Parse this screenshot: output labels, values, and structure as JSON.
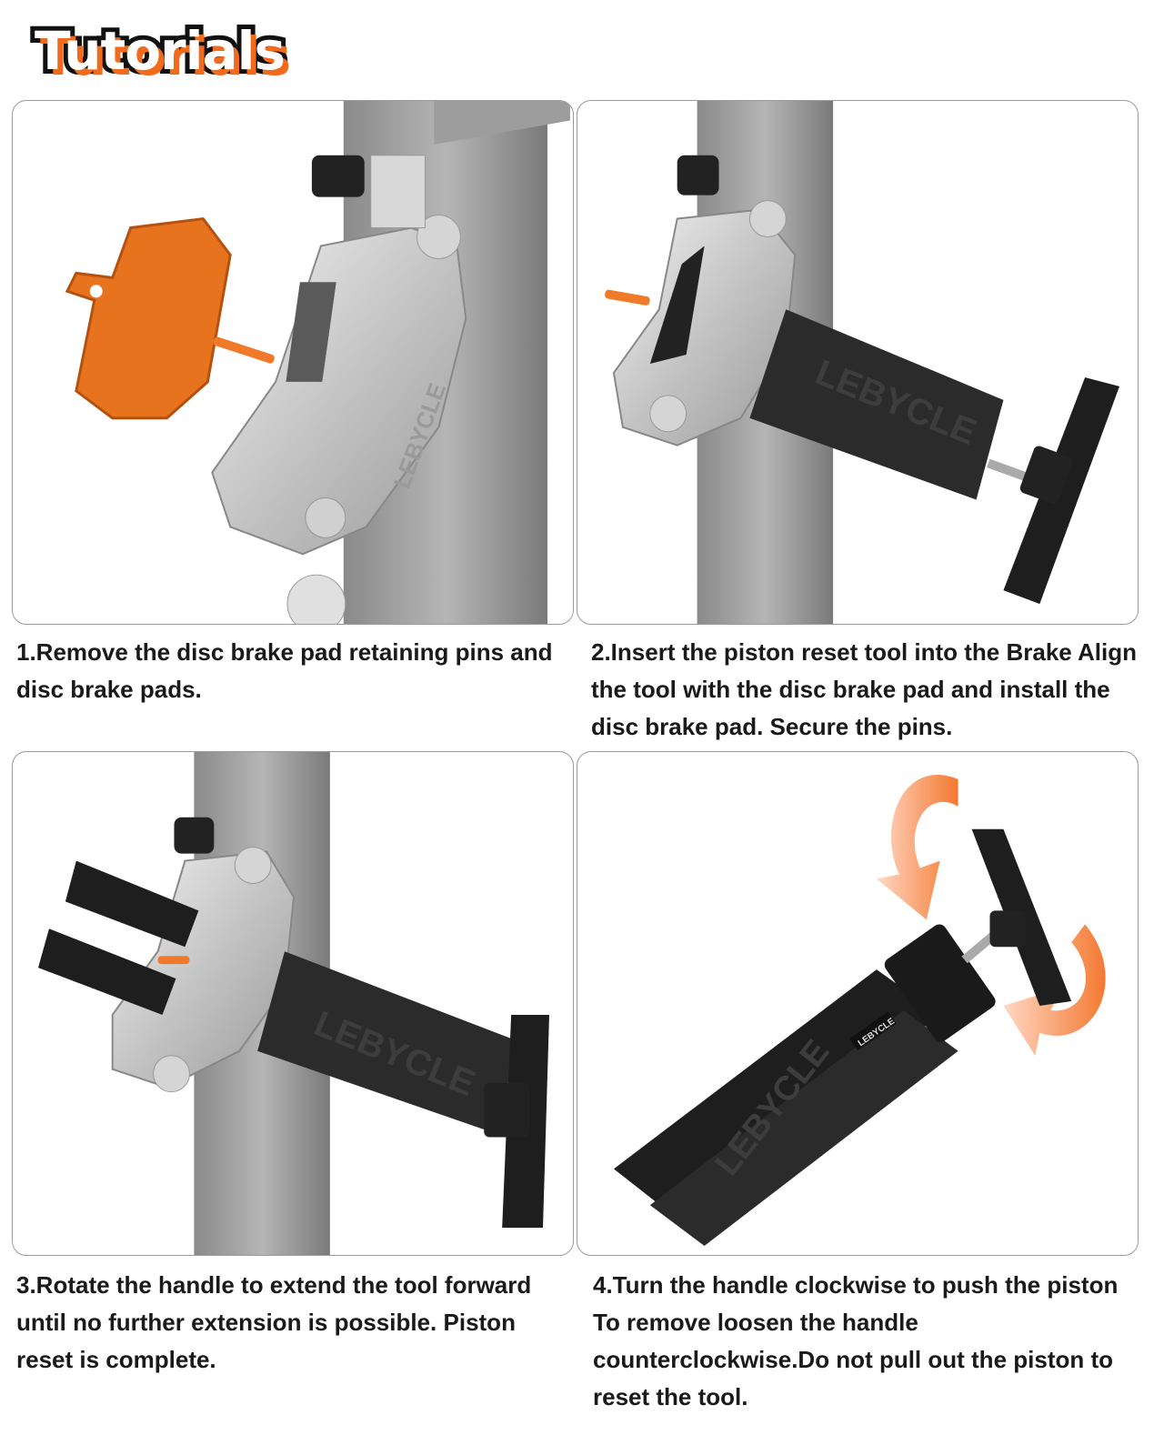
{
  "header": {
    "title": "Tutorials"
  },
  "brand": {
    "logo_text": "LEBYCLE",
    "accent": "#f26a1b",
    "tool_color": "#2b2b2b",
    "caliper_color": "#c8c8c8"
  },
  "steps": [
    {
      "caption": "1.Remove the disc brake pad retaining pins and disc brake pads."
    },
    {
      "caption": "2.Insert the piston reset tool into the Brake Align the tool with the disc brake pad and install the disc brake pad. Secure the pins."
    },
    {
      "caption": "3.Rotate the handle to extend the tool forward until no further extension is possible. Piston reset is complete."
    },
    {
      "caption": "4.Turn the handle clockwise to push the piston To remove loosen the handle counterclockwise.Do not pull out the piston to reset the tool."
    }
  ],
  "icons": [
    "brake-pad-icon",
    "retaining-pin-icon",
    "caliper-icon",
    "piston-reset-tool-icon",
    "t-handle-icon",
    "rotation-arrow-icon"
  ]
}
